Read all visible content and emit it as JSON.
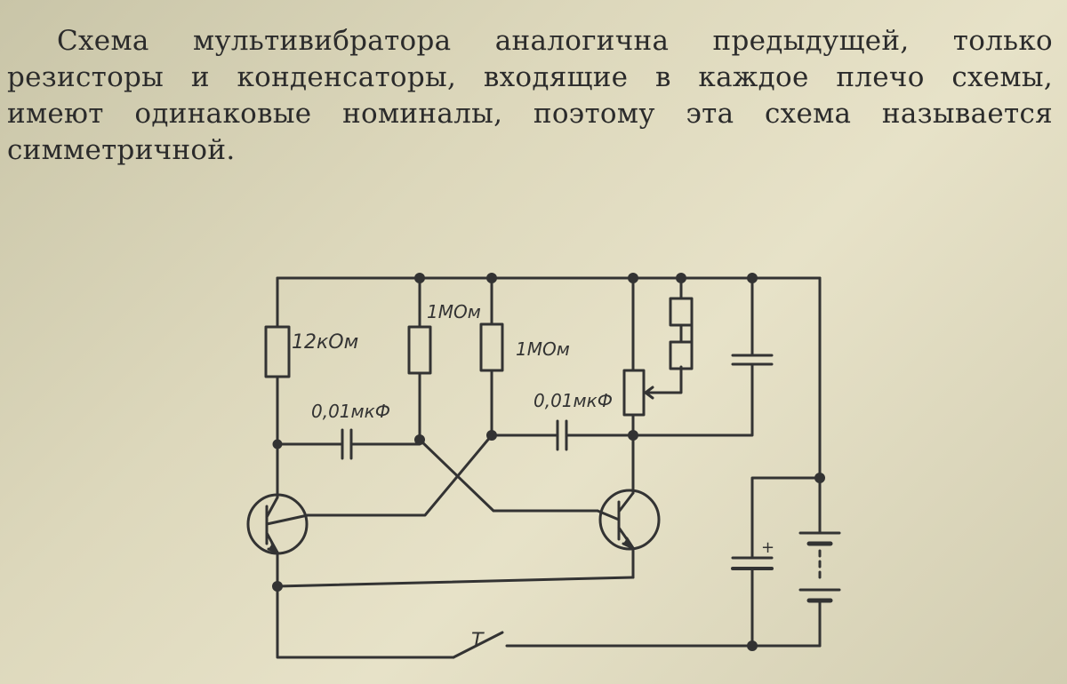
{
  "text": {
    "lines": [
      "Схема мультивибратора аналогична предыдущей, только",
      "резисторы и конденсаторы, входящие в каждое плечо схемы,",
      "имеют одинаковые номиналы, поэтому эта схема называется",
      "симметричной."
    ]
  },
  "diagram": {
    "labels": {
      "r_collector": "12кОм",
      "r_base_left": "1МОм",
      "r_base_right": "1МОм",
      "c_left": "0,01мкФ",
      "c_right": "0,01мкФ",
      "c_electrolytic_plus": "+",
      "switch": "Т"
    }
  },
  "colors": {
    "ink": "#333333",
    "paper": "#ddd8bc"
  }
}
